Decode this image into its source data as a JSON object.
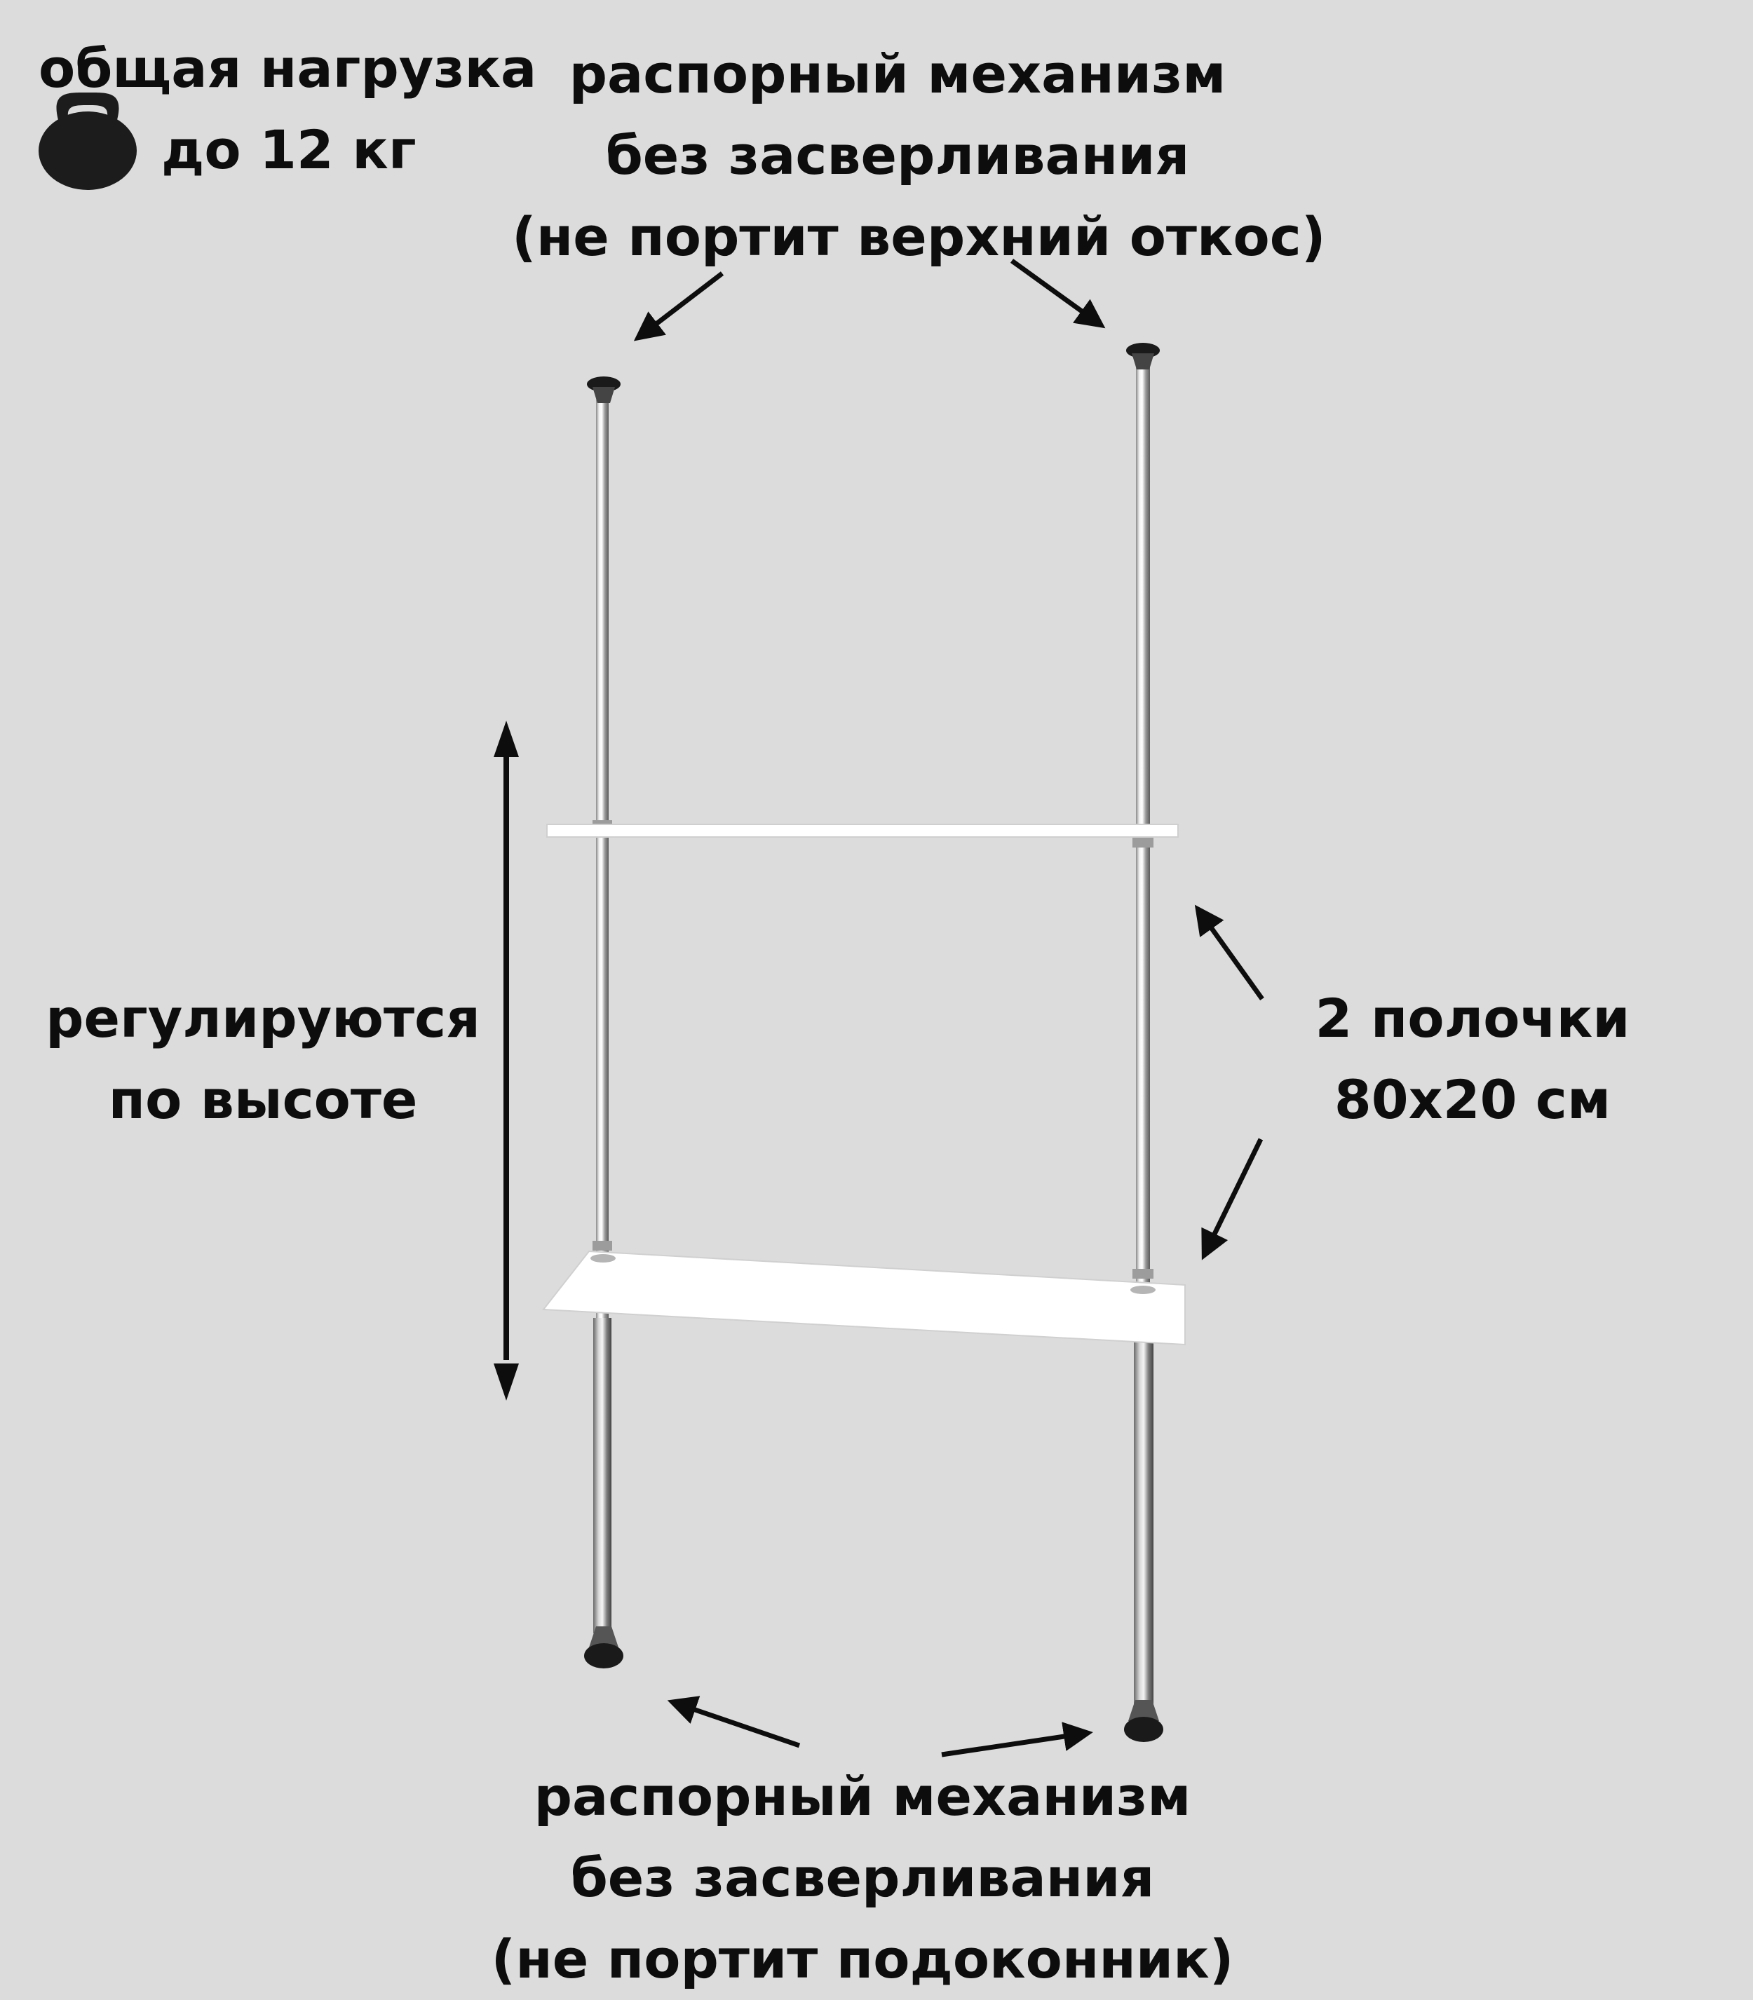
{
  "load": {
    "line1": "общая нагрузка",
    "line2": "до 12 кг",
    "icon": "kettlebell-icon"
  },
  "top_mechanism": {
    "line1": "распорный механизм",
    "line2": "без засверливания",
    "line3": "(не портит верхний откос)"
  },
  "height_adjust": {
    "line1": "регулируются",
    "line2": "по высоте"
  },
  "shelves": {
    "line1": "2 полочки",
    "line2": "80х20 см"
  },
  "bottom_mechanism": {
    "line1": "распорный механизм",
    "line2": "без засверливания",
    "line3": "(не портит подоконник)"
  },
  "colors": {
    "background": "#dcdcdc",
    "text": "#0d0d0d",
    "shelf": "#ffffff",
    "foot": "#1a1a1a"
  }
}
